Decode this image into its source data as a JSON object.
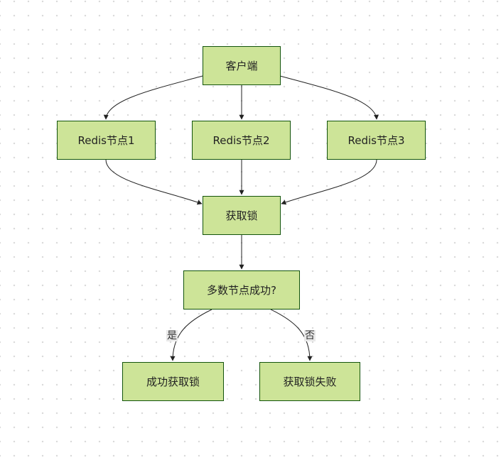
{
  "nodes": {
    "client": "客户端",
    "redis1": "Redis节点1",
    "redis2": "Redis节点2",
    "redis3": "Redis节点3",
    "acquire": "获取锁",
    "decision": "多数节点成功?",
    "success": "成功获取锁",
    "failure": "获取锁失败"
  },
  "edge_labels": {
    "yes": "是",
    "no": "否"
  },
  "colors": {
    "node_fill": "#cde498",
    "node_border": "#13540c",
    "edge": "#222222",
    "label_bg": "#e8e8e8"
  }
}
